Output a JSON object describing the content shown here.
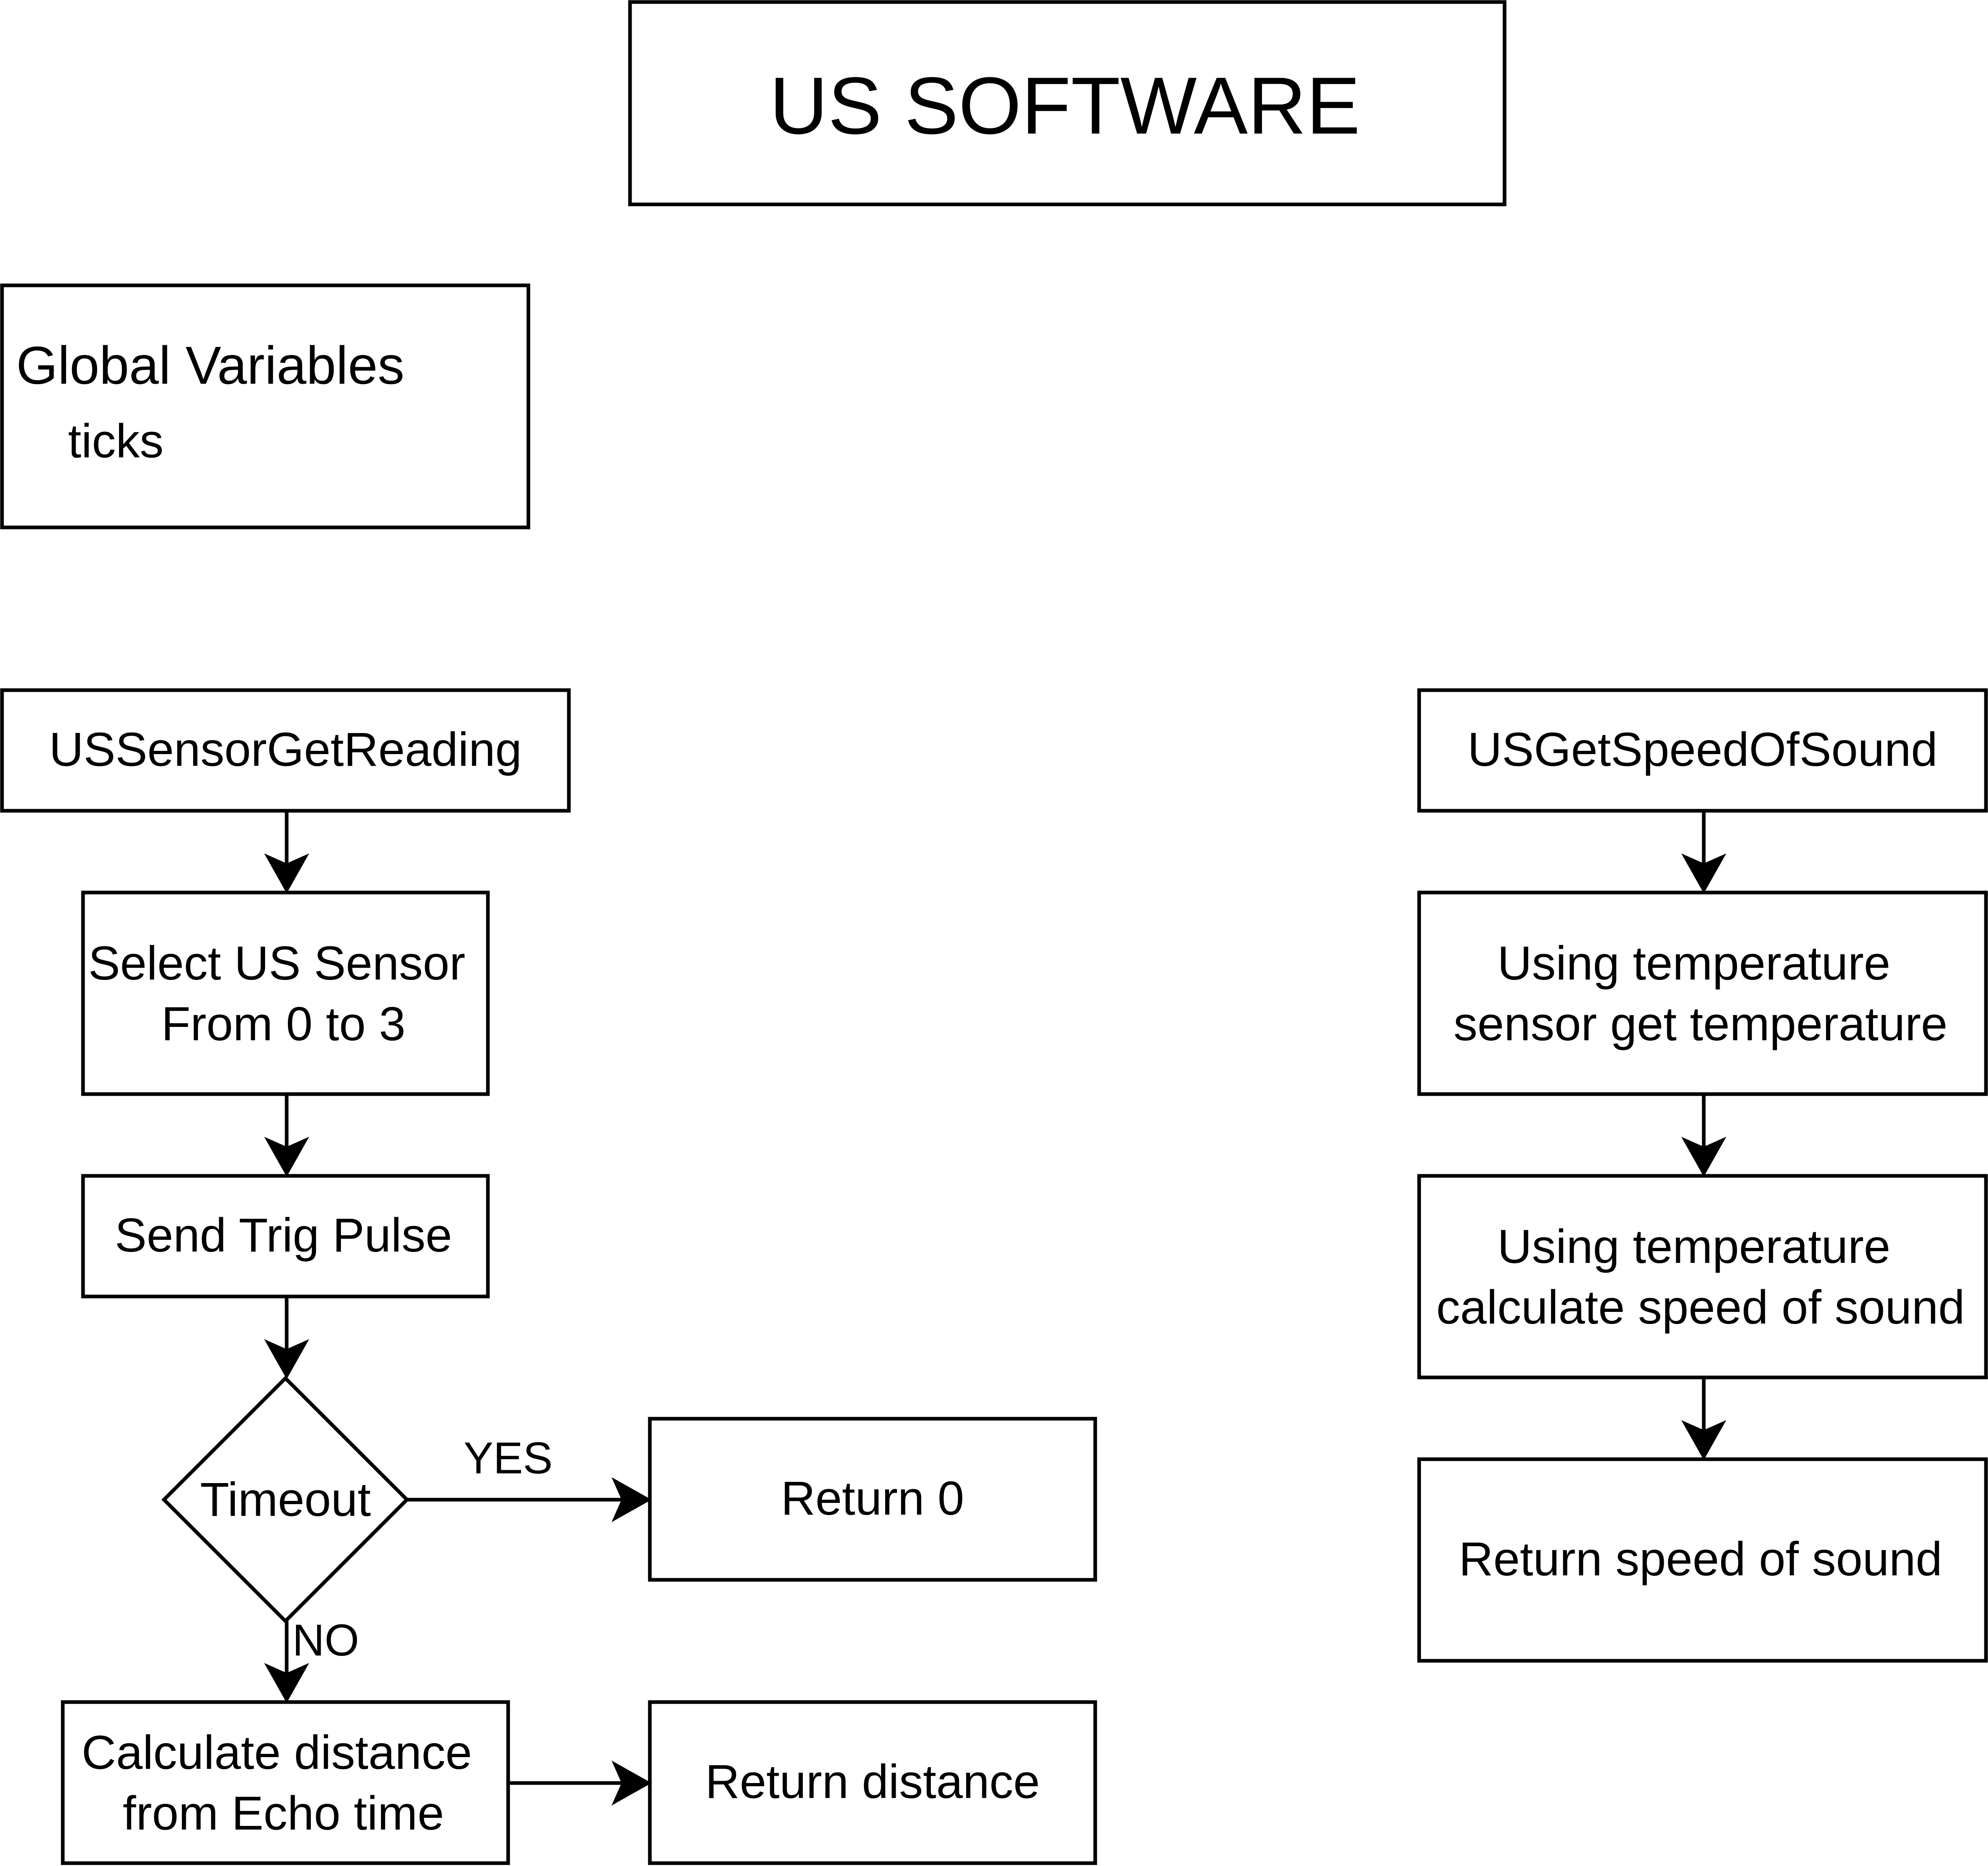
{
  "title": "US SOFTWARE",
  "globals": {
    "heading": "Global Variables",
    "items": [
      "ticks"
    ]
  },
  "reading": {
    "start": "USSensorGetReading",
    "select": [
      "Select US Sensor",
      "From 0 to 3"
    ],
    "trig": "Send Trig Pulse",
    "decision": "Timeout",
    "yes_label": "YES",
    "no_label": "NO",
    "return_zero": "Return 0",
    "calculate": [
      "Calculate distance",
      "from Echo time"
    ],
    "return_distance": "Return distance"
  },
  "speed": {
    "start": "USGetSpeedOfSound",
    "get_temp": [
      "Using temperature",
      "sensor get temperature"
    ],
    "calc_speed": [
      "Using temperature",
      "calculate speed of sound"
    ],
    "return_speed": "Return speed of sound"
  }
}
